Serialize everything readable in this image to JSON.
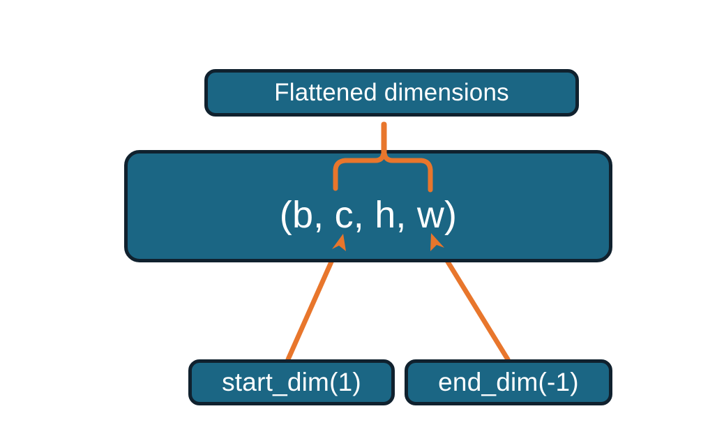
{
  "diagram": {
    "title": "Flatten dimensions annotation diagram",
    "colors": {
      "box_fill": "#1b6684",
      "box_border": "#10212e",
      "text": "#ffffff",
      "accent_orange": "#e8762c",
      "background": "#ffffff"
    },
    "nodes": {
      "flattened": {
        "label": "Flattened dimensions",
        "role": "caption-box-top"
      },
      "tuple": {
        "label": "(b, c, h, w)",
        "role": "main-shape-box",
        "dims": [
          "b",
          "c",
          "h",
          "w"
        ]
      },
      "start_dim": {
        "label": "start_dim(1)",
        "role": "argument-box-left"
      },
      "end_dim": {
        "label": "end_dim(-1)",
        "role": "argument-box-right"
      }
    },
    "connectors": {
      "brace": {
        "name": "curly-brace-connector",
        "from": "tuple",
        "to": "flattened",
        "spans": [
          "c",
          "h",
          "w"
        ]
      },
      "arrow_start": {
        "name": "arrow-start-dim-to-c",
        "from": "start_dim",
        "to": "tuple.c"
      },
      "arrow_end": {
        "name": "arrow-end-dim-to-w",
        "from": "end_dim",
        "to": "tuple.w"
      }
    }
  }
}
